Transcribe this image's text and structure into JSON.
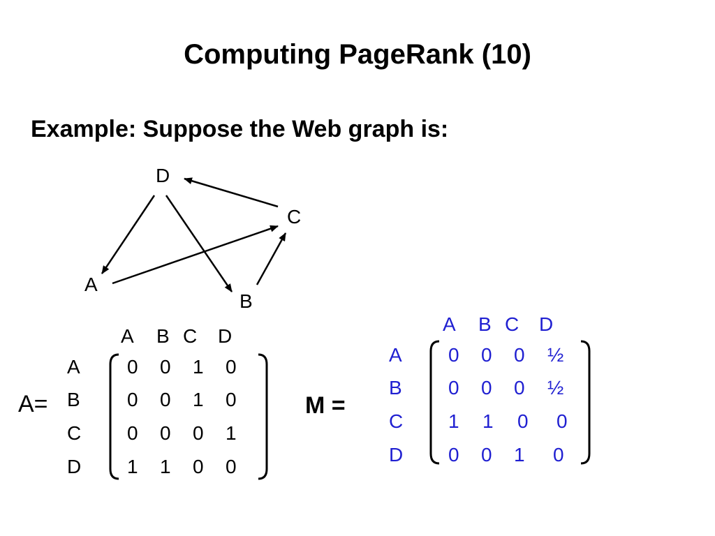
{
  "slide": {
    "title": "Computing PageRank (10)",
    "subtitle": "Example: Suppose the Web graph is:"
  },
  "graph": {
    "nodes": [
      "A",
      "B",
      "C",
      "D"
    ],
    "edges": [
      {
        "from": "D",
        "to": "A"
      },
      {
        "from": "D",
        "to": "B"
      },
      {
        "from": "C",
        "to": "D"
      },
      {
        "from": "A",
        "to": "C"
      },
      {
        "from": "B",
        "to": "C"
      }
    ]
  },
  "matrix_a": {
    "label": "A=",
    "col_headers": [
      "A",
      "B",
      "C",
      "D"
    ],
    "row_headers": [
      "A",
      "B",
      "C",
      "D"
    ],
    "rows": [
      [
        "0",
        "0",
        "1",
        "0"
      ],
      [
        "0",
        "0",
        "1",
        "0"
      ],
      [
        "0",
        "0",
        "0",
        "1"
      ],
      [
        "1",
        "1",
        "0",
        "0"
      ]
    ]
  },
  "matrix_m": {
    "label": "M  =",
    "col_headers": [
      "A",
      "B",
      "C",
      "D"
    ],
    "row_headers": [
      "A",
      "B",
      "C",
      "D"
    ],
    "rows": [
      [
        "0",
        "0",
        "0",
        "½"
      ],
      [
        "0",
        "0",
        "0",
        "½"
      ],
      [
        "1",
        "1",
        "0",
        "0"
      ],
      [
        "0",
        "0",
        "1",
        "0"
      ]
    ],
    "color": "#1f1fd1"
  }
}
